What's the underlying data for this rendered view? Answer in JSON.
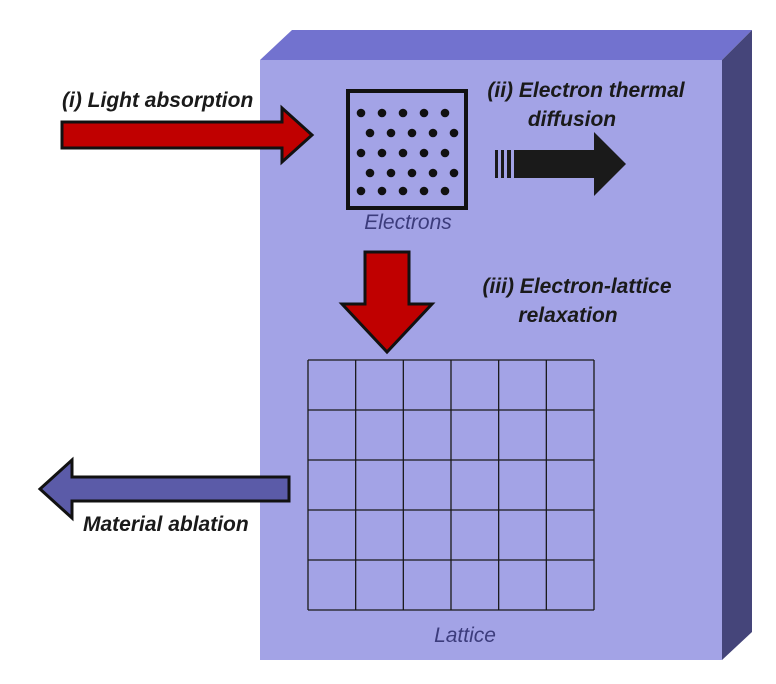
{
  "labels": {
    "light_absorption": "(i) Light absorption",
    "thermal_diffusion_line1": "(ii) Electron thermal",
    "thermal_diffusion_line2": "diffusion",
    "electrons": "Electrons",
    "relaxation_line1": "(iii) Electron-lattice",
    "relaxation_line2": "relaxation",
    "lattice": "Lattice",
    "ablation": "Material ablation"
  },
  "colors": {
    "slab_front": "#a3a3e6",
    "slab_top": "#7272cf",
    "slab_side": "#45457a",
    "red_arrow": "#c00000",
    "black_arrow": "#1a1a1a",
    "blue_arrow": "#5b5ba8",
    "lattice_grid": "#1a1a1a"
  },
  "lattice": {
    "rows": 5,
    "cols": 6
  }
}
